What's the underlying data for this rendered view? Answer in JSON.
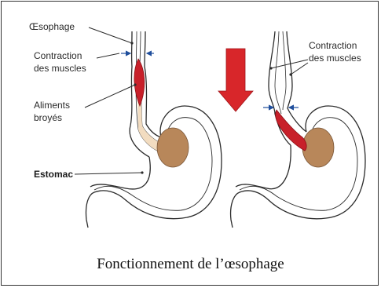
{
  "labels": {
    "oesophage": "Œsophage",
    "contraction_left_1": "Contraction",
    "contraction_left_2": "des muscles",
    "aliments_1": "Aliments",
    "aliments_2": "broyés",
    "estomac": "Estomac",
    "contraction_right_1": "Contraction",
    "contraction_right_2": "des muscles"
  },
  "caption": "Fonctionnement de l’œsophage",
  "colors": {
    "bolus": "#c8202a",
    "arrow": "#d8262a",
    "stomach_content": "#b8875a",
    "esophagus_lining": "#f2dcc0",
    "measure_arrows": "#1f4e9c",
    "outline": "#2b2b2b"
  }
}
